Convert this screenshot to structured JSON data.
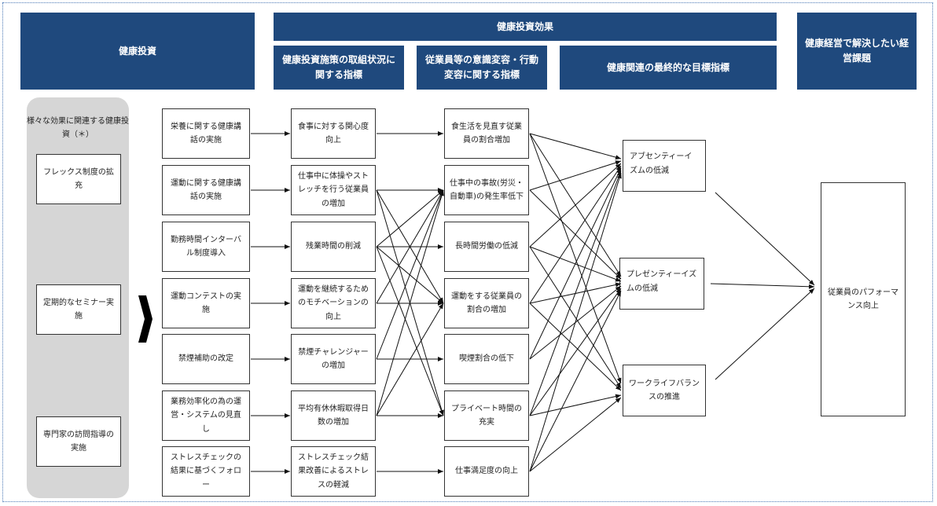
{
  "headers": {
    "investment": "健康投資",
    "effect": "健康投資効果",
    "effect_sub1": "健康投資施策の取組状況に関する指標",
    "effect_sub2": "従業員等の意識変容・行動変容に関する指標",
    "effect_sub3": "健康関連の最終的な目標指標",
    "issue": "健康経営で解決したい経営課題"
  },
  "panel": {
    "title": "様々な効果に関連する健康投資（＊）",
    "items": [
      "フレックス制度の拡充",
      "定期的なセミナー実施",
      "専門家の訪問指導の実施"
    ]
  },
  "columns": {
    "col1": [
      "栄養に関する健康講話の実施",
      "運動に関する健康講話の実施",
      "勤務時間インターバル制度導入",
      "運動コンテストの実施",
      "禁煙補助の改定",
      "業務効率化の為の運営・システムの見直し",
      "ストレスチェックの結果に基づくフォロー"
    ],
    "col2": [
      "食事に対する関心度向上",
      "仕事中に体操やストレッチを行う従業員の増加",
      "残業時間の削減",
      "運動を継続するためのモチベーションの向上",
      "禁煙チャレンジャーの増加",
      "平均有休休暇取得日数の増加",
      "ストレスチェック結果改善によるストレスの軽減"
    ],
    "col3": [
      "食生活を見直す従業員の割合増加",
      "仕事中の事故(労災・自動車)の発生率低下",
      "長時間労働の低減",
      "運動をする従業員の割合の増加",
      "喫煙割合の低下",
      "プライベート時間の充実",
      "仕事満足度の向上"
    ],
    "col4": [
      "アブセンティーイズムの低減",
      "プレゼンティーイズムの低減",
      "ワークライフバランスの推進"
    ],
    "final": "従業員のパフォーマンス向上"
  },
  "links": {
    "c1_c2": [
      [
        0,
        0
      ],
      [
        1,
        1
      ],
      [
        2,
        2
      ],
      [
        3,
        3
      ],
      [
        4,
        4
      ],
      [
        5,
        5
      ],
      [
        6,
        6
      ]
    ],
    "c2_c3": [
      [
        0,
        0
      ],
      [
        1,
        1
      ],
      [
        1,
        3
      ],
      [
        1,
        5
      ],
      [
        2,
        1
      ],
      [
        2,
        2
      ],
      [
        2,
        3
      ],
      [
        2,
        5
      ],
      [
        3,
        1
      ],
      [
        3,
        3
      ],
      [
        4,
        1
      ],
      [
        4,
        4
      ],
      [
        5,
        1
      ],
      [
        5,
        3
      ],
      [
        5,
        5
      ],
      [
        6,
        6
      ]
    ],
    "c3_c4": [
      [
        0,
        0
      ],
      [
        0,
        1
      ],
      [
        0,
        2
      ],
      [
        1,
        0
      ],
      [
        1,
        1
      ],
      [
        2,
        0
      ],
      [
        2,
        1
      ],
      [
        2,
        2
      ],
      [
        3,
        0
      ],
      [
        3,
        1
      ],
      [
        3,
        2
      ],
      [
        4,
        0
      ],
      [
        4,
        1
      ],
      [
        5,
        0
      ],
      [
        5,
        1
      ],
      [
        5,
        2
      ],
      [
        6,
        0
      ],
      [
        6,
        1
      ],
      [
        6,
        2
      ]
    ],
    "c4_final": [
      0,
      1,
      2
    ]
  },
  "colors": {
    "header": "#1f497d",
    "panel": "#d6d6d6"
  }
}
